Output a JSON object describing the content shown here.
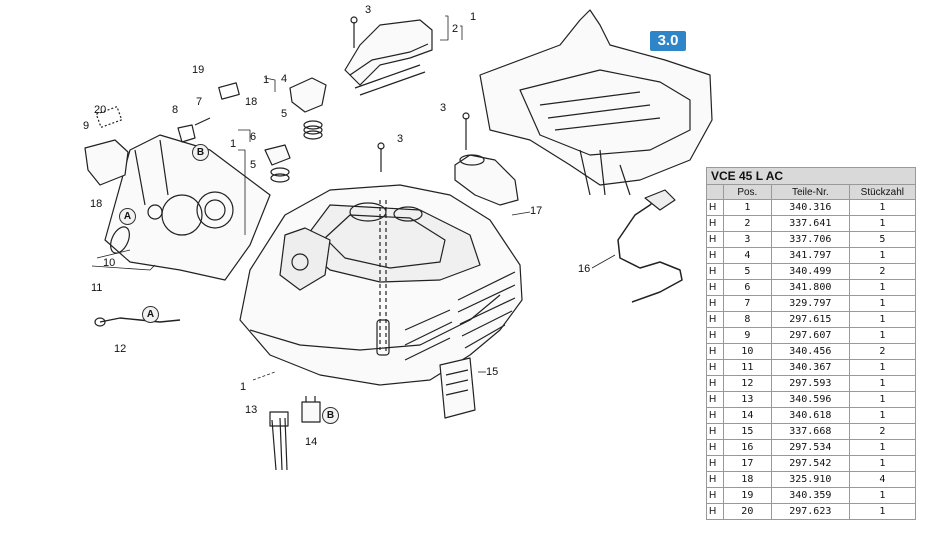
{
  "section_badge": "3.0",
  "table": {
    "title": "VCE 45 L AC",
    "headers": [
      "",
      "Pos.",
      "Teile-Nr.",
      "Stückzahl"
    ],
    "rows": [
      [
        "H",
        "1",
        "340.316",
        "1"
      ],
      [
        "H",
        "2",
        "337.641",
        "1"
      ],
      [
        "H",
        "3",
        "337.706",
        "5"
      ],
      [
        "H",
        "4",
        "341.797",
        "1"
      ],
      [
        "H",
        "5",
        "340.499",
        "2"
      ],
      [
        "H",
        "6",
        "341.800",
        "1"
      ],
      [
        "H",
        "7",
        "329.797",
        "1"
      ],
      [
        "H",
        "8",
        "297.615",
        "1"
      ],
      [
        "H",
        "9",
        "297.607",
        "1"
      ],
      [
        "H",
        "10",
        "340.456",
        "2"
      ],
      [
        "H",
        "11",
        "340.367",
        "1"
      ],
      [
        "H",
        "12",
        "297.593",
        "1"
      ],
      [
        "H",
        "13",
        "340.596",
        "1"
      ],
      [
        "H",
        "14",
        "340.618",
        "1"
      ],
      [
        "H",
        "15",
        "337.668",
        "2"
      ],
      [
        "H",
        "16",
        "297.534",
        "1"
      ],
      [
        "H",
        "17",
        "297.542",
        "1"
      ],
      [
        "H",
        "18",
        "325.910",
        "4"
      ],
      [
        "H",
        "19",
        "340.359",
        "1"
      ],
      [
        "H",
        "20",
        "297.623",
        "1"
      ]
    ]
  },
  "callouts": {
    "c1a": "1",
    "c2": "2",
    "c3a": "3",
    "c19": "19",
    "c18a": "18",
    "c1b": "1",
    "c4": "4",
    "c5a": "5",
    "c20": "20",
    "c8": "8",
    "c7": "7",
    "c9": "9",
    "c1c": "1",
    "c6": "6",
    "c5b": "5",
    "c3b": "3",
    "c3c": "3",
    "c18b": "18",
    "c17": "17",
    "c10": "10",
    "c11": "11",
    "c16": "16",
    "c12": "12",
    "c1d": "1",
    "c15": "15",
    "c13": "13",
    "c14": "14"
  },
  "refs": {
    "b_left": "B",
    "a_left": "A",
    "a_cable": "A",
    "b_bottom": "B"
  }
}
